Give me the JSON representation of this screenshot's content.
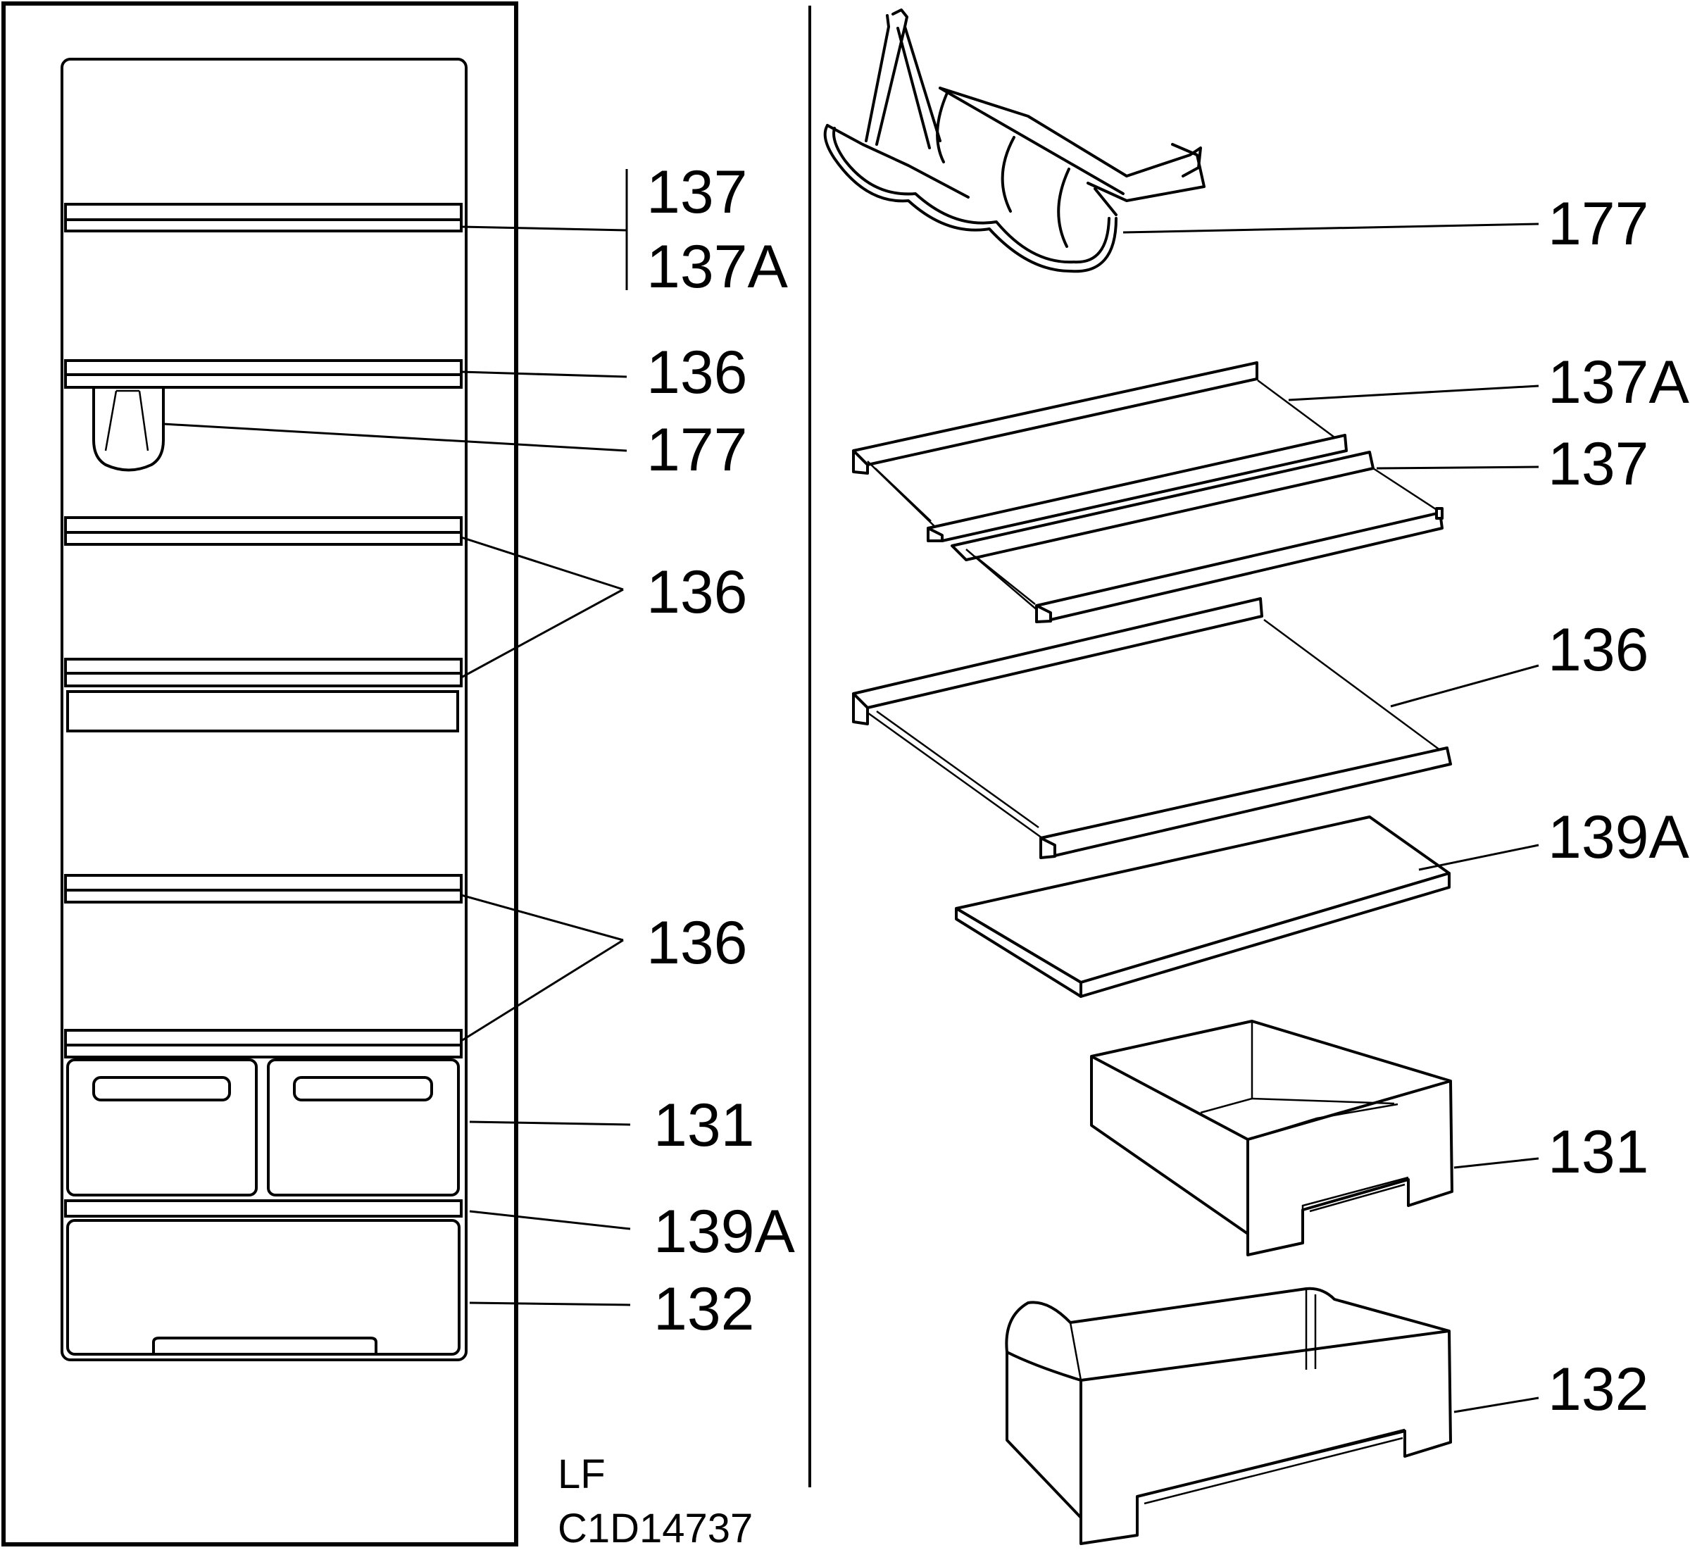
{
  "diagram": {
    "left_labels": {
      "l137": "137",
      "l137a": "137A",
      "l136a": "136",
      "l177": "177",
      "l136b": "136",
      "l136c": "136",
      "l131": "131",
      "l139a": "139A",
      "l132": "132"
    },
    "right_labels": {
      "r177": "177",
      "r137a": "137A",
      "r137": "137",
      "r136": "136",
      "r139a": "139A",
      "r131": "131",
      "r132": "132"
    },
    "footer": {
      "code_line1": "LF",
      "code_line2": "C1D14737"
    }
  }
}
